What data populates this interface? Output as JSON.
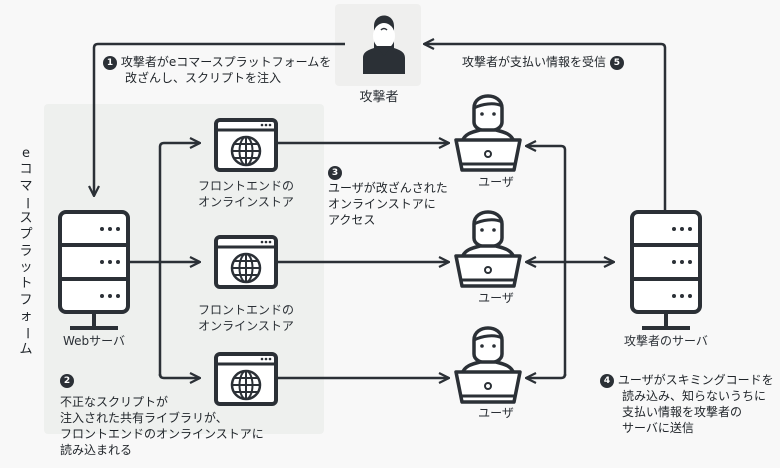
{
  "colors": {
    "background": "#f8f8f8",
    "platform_panel": "#eef0ee",
    "attacker_panel": "#efefee",
    "stroke": "#2b3036",
    "icon_fill": "#ffffff"
  },
  "platform": {
    "label": "eコマースプラットフォーム",
    "vertical_chars": [
      "e",
      "コ",
      "マ",
      "ー",
      "ス",
      "プ",
      "ラ",
      "ッ",
      "ト",
      "フ",
      "ォ",
      "ー",
      "ム"
    ]
  },
  "nodes": {
    "attacker": {
      "label": "攻撃者",
      "icon": "hooded-person-icon"
    },
    "web_server": {
      "label": "Webサーバ",
      "icon": "server-icon"
    },
    "attacker_server": {
      "label": "攻撃者のサーバ",
      "icon": "server-icon"
    },
    "stores": [
      {
        "label_line1": "フロントエンドの",
        "label_line2": "オンラインストア",
        "icon": "browser-globe-icon"
      },
      {
        "label_line1": "フロントエンドの",
        "label_line2": "オンラインストア",
        "icon": "browser-globe-icon"
      },
      {
        "label_line1": "",
        "label_line2": "",
        "icon": "browser-globe-icon"
      }
    ],
    "users": [
      {
        "label": "ユーザ",
        "icon": "user-laptop-icon"
      },
      {
        "label": "ユーザ",
        "icon": "user-laptop-icon"
      },
      {
        "label": "ユーザ",
        "icon": "user-laptop-icon"
      }
    ]
  },
  "steps": [
    {
      "number": "1",
      "lines": [
        "攻撃者がeコマースプラットフォームを",
        "改ざんし、スクリプトを注入"
      ]
    },
    {
      "number": "2",
      "lines": [
        "不正なスクリプトが",
        "注入された共有ライブラリが、",
        "フロントエンドのオンラインストアに",
        "読み込まれる"
      ]
    },
    {
      "number": "3",
      "lines": [
        "ユーザが改ざんされた",
        "オンラインストアに",
        "アクセス"
      ]
    },
    {
      "number": "4",
      "lines": [
        "ユーザがスキミングコードを",
        "読み込み、知らないうちに",
        "支払い情報を攻撃者の",
        "サーバに送信"
      ]
    },
    {
      "number": "5",
      "lines": [
        "攻撃者が支払い情報を受信"
      ]
    }
  ]
}
